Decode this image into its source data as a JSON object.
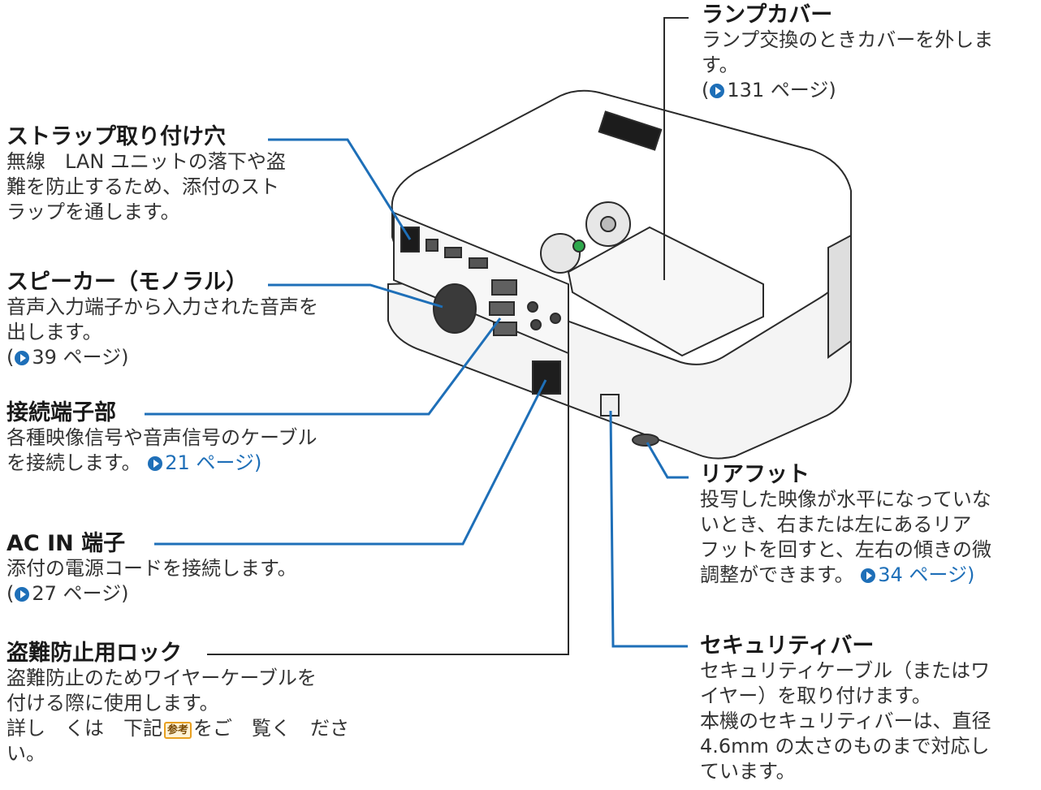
{
  "colors": {
    "leader": "#1e6fb8",
    "device_line": "#2b2b2b",
    "reference": "#1e6fb8",
    "sanko_border": "#e8a020"
  },
  "callouts": {
    "strap_hole": {
      "title": "ストラップ取り付け穴",
      "lines": [
        "無線　LAN ユニットの落下や盗",
        "難を防止するため、添付のスト",
        "ラップを通します。"
      ]
    },
    "speaker": {
      "title": "スピーカー（モノラル）",
      "lines": [
        "音声入力端子から入力された音声を",
        "出します。"
      ],
      "ref_open": "(",
      "ref_text": "39 ページ)"
    },
    "connectors": {
      "title": "接続端子部",
      "lines": [
        "各種映像信号や音声信号のケーブル"
      ],
      "line2_text": "を接続します。",
      "ref_text": "21 ページ)"
    },
    "ac_in": {
      "title": "AC IN 端子",
      "lines": [
        "添付の電源コードを接続します。"
      ],
      "ref_open": "(",
      "ref_text": "27 ページ)"
    },
    "lock": {
      "title": "盗難防止用ロック",
      "lines": [
        "盗難防止のためワイヤーケーブルを",
        "付ける際に使用します。"
      ],
      "line3_before": "詳し　くは　下記",
      "sanko_label": "参考",
      "line3_after": "をご　覧く　ださ",
      "line4": "い。"
    },
    "lamp_cover": {
      "title": "ランプカバー",
      "lines": [
        "ランプ交換のときカバーを外しま",
        "す。"
      ],
      "ref_open": "(",
      "ref_text": "131 ページ)"
    },
    "rear_foot": {
      "title": "リアフット",
      "lines": [
        "投写した映像が水平になっていな",
        "いとき、右または左にあるリア",
        "フットを回すと、左右の傾きの微"
      ],
      "line4_text": "調整ができます。",
      "ref_text": "34 ページ)"
    },
    "security_bar": {
      "title": "セキュリティバー",
      "lines": [
        "セキュリティケーブル（またはワ",
        "イヤー）を取り付けます。",
        "本機のセキュリティバーは、直径",
        "4.6mm の太さのものまで対応し",
        "ています。"
      ]
    }
  }
}
